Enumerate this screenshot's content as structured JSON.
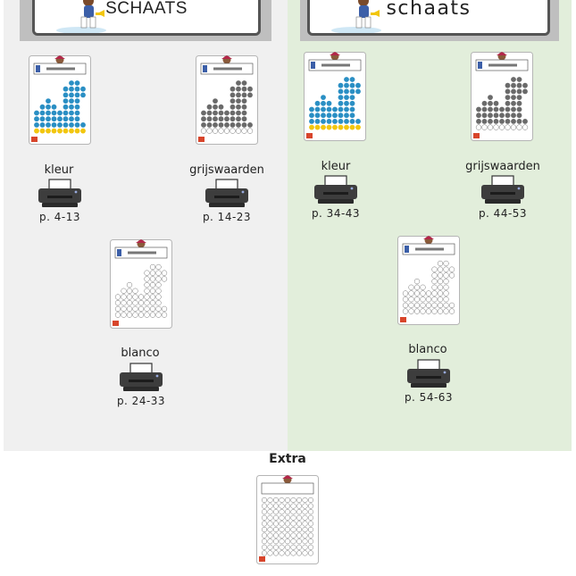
{
  "banners": {
    "left_title": "SCHAATS",
    "right_title": "schaats"
  },
  "left": {
    "color_label": "kleur",
    "color_pages": "p. 4-13",
    "gray_label": "grijswaarden",
    "gray_pages": "p. 14-23",
    "blank_label": "blanco",
    "blank_pages": "p. 24-33"
  },
  "right": {
    "color_label": "kleur",
    "color_pages": "p. 34-43",
    "gray_label": "grijswaarden",
    "gray_pages": "p. 44-53",
    "blank_label": "blanco",
    "blank_pages": "p. 54-63"
  },
  "extra": {
    "title": "Extra"
  },
  "colors": {
    "left_panel_bg": "#f0f0f0",
    "right_panel_bg": "#e2eedb",
    "dot_blue": "#2a8fc4",
    "dot_yellow": "#f2c60e",
    "dot_gray": "#6a6a6a",
    "printer_body": "#3d3d3d"
  },
  "icons": {
    "printer": "printer-icon",
    "skater": "skater-icon"
  }
}
